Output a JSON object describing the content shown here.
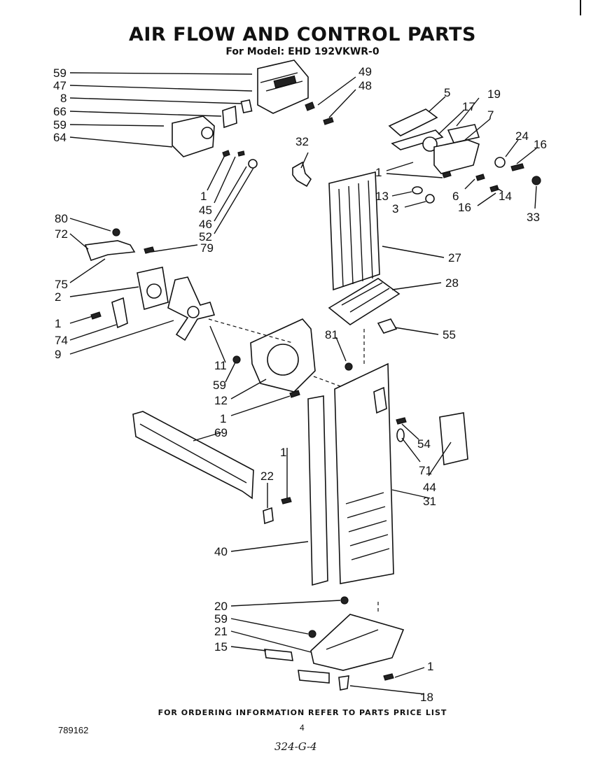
{
  "header": {
    "title": "AIR FLOW AND CONTROL PARTS",
    "subtitle": "For Model: EHD 192VKWR-0"
  },
  "footer": {
    "ordering_note": "FOR ORDERING INFORMATION REFER TO PARTS PRICE LIST",
    "doc_number": "789162",
    "page_number": "4",
    "handwritten": "324-G-4"
  },
  "callouts": [
    "59",
    "47",
    "8",
    "66",
    "59",
    "64",
    "49",
    "48",
    "5",
    "17",
    "19",
    "7",
    "24",
    "16",
    "32",
    "1",
    "13",
    "3",
    "6",
    "14",
    "16",
    "33",
    "1",
    "45",
    "46",
    "52",
    "80",
    "72",
    "79",
    "27",
    "28",
    "75",
    "2",
    "1",
    "74",
    "9",
    "55",
    "81",
    "11",
    "59",
    "12",
    "1",
    "69",
    "54",
    "71",
    "44",
    "31",
    "22",
    "1",
    "40",
    "20",
    "59",
    "21",
    "15",
    "1",
    "18"
  ]
}
